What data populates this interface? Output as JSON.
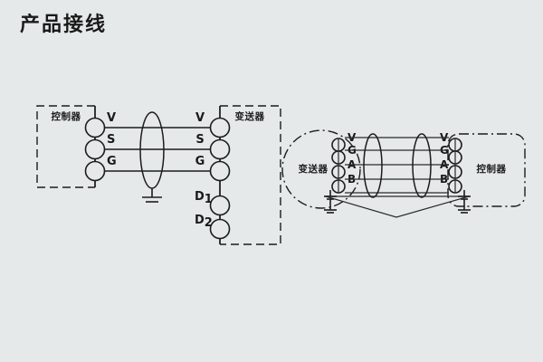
{
  "page": {
    "title": "产品接线",
    "background_color": "#e5e9ea",
    "line_color": "#1c1c1c"
  },
  "diagrams": [
    {
      "id": "analog-wiring",
      "left_box": {
        "label": "控制器",
        "border_style": "dashed"
      },
      "right_box": {
        "label": "变送器",
        "border_style": "dashed"
      },
      "left_terminals": [
        "V",
        "S",
        "G"
      ],
      "right_terminals": [
        "V",
        "S",
        "G",
        "D1",
        "D2"
      ],
      "right_terminal_subscripts": [
        "",
        "",
        "",
        "1",
        "2"
      ],
      "shield": {
        "count": 1,
        "ground_symbol": "earth-ground"
      }
    },
    {
      "id": "rs485-wiring",
      "left_box": {
        "label": "变送器",
        "border_style": "dash-dot-circle"
      },
      "right_box": {
        "label": "控制器",
        "border_style": "dash-dot-rounded-rect"
      },
      "left_terminals": [
        "V",
        "G",
        "A",
        "B"
      ],
      "right_terminals": [
        "V",
        "G",
        "A",
        "B"
      ],
      "shield": {
        "count": 2,
        "ground_symbol": "earth-ground",
        "ground_count": 4
      }
    }
  ]
}
